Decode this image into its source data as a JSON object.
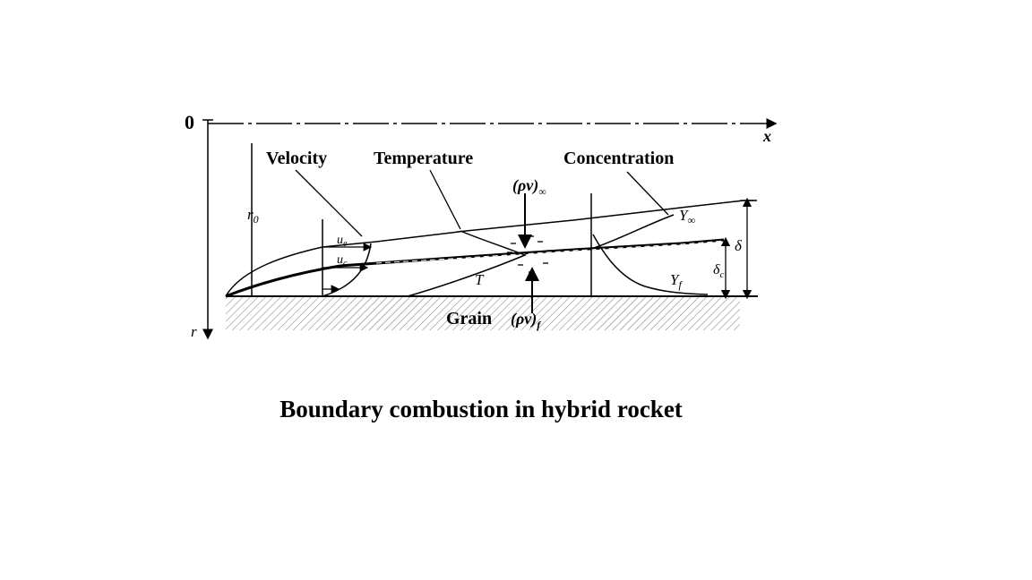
{
  "diagram": {
    "origin_label": "0",
    "x_axis_label": "x",
    "r_axis_label": "r",
    "radius_label": "r",
    "radius_subscript": "0",
    "profile_labels": {
      "velocity": "Velocity",
      "temperature": "Temperature",
      "concentration": "Concentration"
    },
    "flux_top": {
      "main": "(ρv)",
      "sub": "∞"
    },
    "flux_bottom": {
      "main": "(ρv)",
      "sub": "f"
    },
    "velocity_edge": {
      "main": "u",
      "sub": "e"
    },
    "velocity_flame": {
      "main": "u",
      "sub": "c"
    },
    "temperature_symbol": "T",
    "oxidizer_fraction": {
      "main": "Y",
      "sub": "∞"
    },
    "fuel_fraction": {
      "main": "Y",
      "sub": "f"
    },
    "boundary_thickness": "δ",
    "flame_height": {
      "main": "δ",
      "sub": "c"
    },
    "grain_label": "Grain"
  },
  "caption": "Boundary combustion in hybrid rocket"
}
